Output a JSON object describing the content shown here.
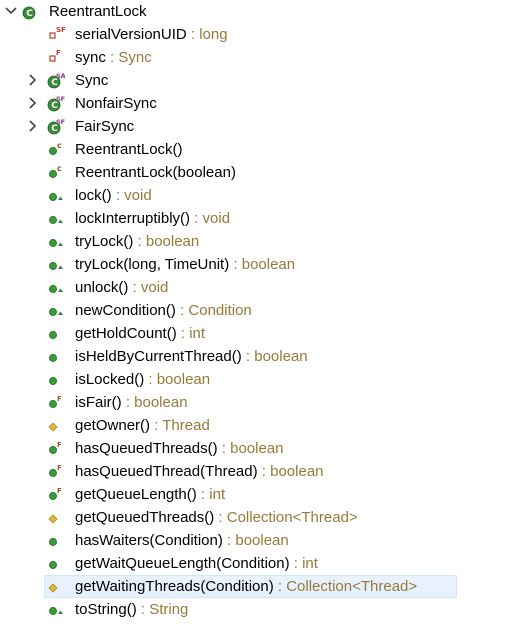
{
  "outline": {
    "root": {
      "name": "ReentrantLock",
      "expanded": true,
      "icon": "class-icon"
    },
    "items": [
      {
        "name": "serialVersionUID",
        "type": " : long",
        "icon": "private-static-final-field-icon",
        "modifier": "SF",
        "kind": "field"
      },
      {
        "name": "sync",
        "type": " : Sync",
        "icon": "private-final-field-icon",
        "modifier": "F",
        "kind": "field"
      },
      {
        "name": "Sync",
        "type": "",
        "icon": "static-abstract-inner-class-icon",
        "modifier": "SA",
        "kind": "class",
        "collapsed": true
      },
      {
        "name": "NonfairSync",
        "type": "",
        "icon": "static-final-inner-class-icon",
        "modifier": "SF",
        "kind": "class",
        "collapsed": true
      },
      {
        "name": "FairSync",
        "type": "",
        "icon": "static-final-inner-class-icon",
        "modifier": "SF",
        "kind": "class",
        "collapsed": true
      },
      {
        "name": "ReentrantLock()",
        "type": "",
        "icon": "public-constructor-icon",
        "modifier": "c",
        "kind": "method-public"
      },
      {
        "name": "ReentrantLock(boolean)",
        "type": "",
        "icon": "public-constructor-icon",
        "modifier": "c",
        "kind": "method-public"
      },
      {
        "name": "lock()",
        "type": " : void",
        "icon": "public-override-method-icon",
        "modifier": "override",
        "kind": "method-public"
      },
      {
        "name": "lockInterruptibly()",
        "type": " : void",
        "icon": "public-override-method-icon",
        "modifier": "override",
        "kind": "method-public"
      },
      {
        "name": "tryLock()",
        "type": " : boolean",
        "icon": "public-override-method-icon",
        "modifier": "override",
        "kind": "method-public"
      },
      {
        "name": "tryLock(long, TimeUnit)",
        "type": " : boolean",
        "icon": "public-override-method-icon",
        "modifier": "override",
        "kind": "method-public"
      },
      {
        "name": "unlock()",
        "type": " : void",
        "icon": "public-override-method-icon",
        "modifier": "override",
        "kind": "method-public"
      },
      {
        "name": "newCondition()",
        "type": " : Condition",
        "icon": "public-override-method-icon",
        "modifier": "override",
        "kind": "method-public"
      },
      {
        "name": "getHoldCount()",
        "type": " : int",
        "icon": "public-method-icon",
        "modifier": "",
        "kind": "method-public"
      },
      {
        "name": "isHeldByCurrentThread()",
        "type": " : boolean",
        "icon": "public-method-icon",
        "modifier": "",
        "kind": "method-public"
      },
      {
        "name": "isLocked()",
        "type": " : boolean",
        "icon": "public-method-icon",
        "modifier": "",
        "kind": "method-public"
      },
      {
        "name": "isFair()",
        "type": " : boolean",
        "icon": "public-final-method-icon",
        "modifier": "F",
        "kind": "method-public"
      },
      {
        "name": "getOwner()",
        "type": " : Thread",
        "icon": "protected-method-icon",
        "modifier": "",
        "kind": "method-protected"
      },
      {
        "name": "hasQueuedThreads()",
        "type": " : boolean",
        "icon": "public-final-method-icon",
        "modifier": "F",
        "kind": "method-public"
      },
      {
        "name": "hasQueuedThread(Thread)",
        "type": " : boolean",
        "icon": "public-final-method-icon",
        "modifier": "F",
        "kind": "method-public"
      },
      {
        "name": "getQueueLength()",
        "type": " : int",
        "icon": "public-final-method-icon",
        "modifier": "F",
        "kind": "method-public"
      },
      {
        "name": "getQueuedThreads()",
        "type": " : Collection<Thread>",
        "icon": "protected-method-icon",
        "modifier": "",
        "kind": "method-protected"
      },
      {
        "name": "hasWaiters(Condition)",
        "type": " : boolean",
        "icon": "public-method-icon",
        "modifier": "",
        "kind": "method-public"
      },
      {
        "name": "getWaitQueueLength(Condition)",
        "type": " : int",
        "icon": "public-method-icon",
        "modifier": "",
        "kind": "method-public"
      },
      {
        "name": "getWaitingThreads(Condition)",
        "type": " : Collection<Thread>",
        "icon": "protected-method-icon",
        "modifier": "",
        "kind": "method-protected",
        "selected": true
      },
      {
        "name": "toString()",
        "type": " : String",
        "icon": "public-override-method-icon",
        "modifier": "override",
        "kind": "method-public"
      }
    ]
  },
  "colors": {
    "method_public": "#3a9a3a",
    "method_protected": "#e0b93a",
    "field_private": "#c0392b",
    "class": "#3a8a3a",
    "type_text": "#957a3a",
    "selection_bg": "#e8f2fe",
    "modifier_override": "#3a7a5a"
  }
}
